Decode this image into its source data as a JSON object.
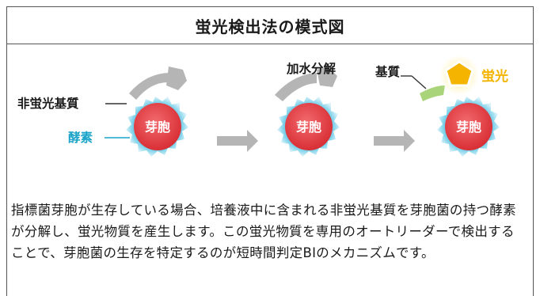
{
  "title": "蛍光検出法の模式図",
  "labels": {
    "non_fluorescent_substrate": "非蛍光基質",
    "enzyme": "酵素",
    "hydrolysis": "加水分解",
    "substrate": "基質",
    "fluorescence": "蛍光",
    "spore_1": "芽胞",
    "spore_2": "芽胞",
    "spore_3": "芽胞"
  },
  "description": "指標菌芽胞が生存している場合、培養液中に含まれる非蛍光基質を芽胞菌の持つ酵素が分解し、蛍光物質を産生します。この蛍光物質を専用のオートリーダーで検出することで、芽胞菌の生存を特定するのが短時間判定BIのメカニズムです。",
  "colors": {
    "spore": "#e8383d",
    "enzyme_glow": "#5fc3e0",
    "enzyme_label": "#1aa3c8",
    "substrate_gray": "#b5b5b5",
    "substrate_green": "#a9d47a",
    "fluor_yellow": "#f4b400",
    "arrow_gray": "#b5b5b5"
  }
}
